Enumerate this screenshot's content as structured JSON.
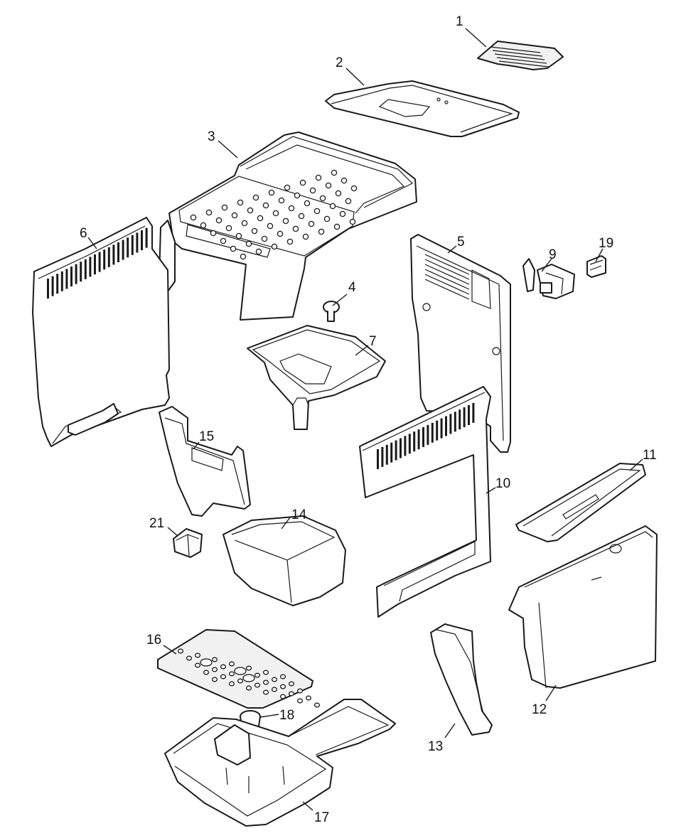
{
  "diagram": {
    "callouts": [
      {
        "id": "c1",
        "label": "1"
      },
      {
        "id": "c2",
        "label": "2"
      },
      {
        "id": "c3",
        "label": "3"
      },
      {
        "id": "c4",
        "label": "4"
      },
      {
        "id": "c5",
        "label": "5"
      },
      {
        "id": "c6",
        "label": "6"
      },
      {
        "id": "c7",
        "label": "7"
      },
      {
        "id": "c9",
        "label": "9"
      },
      {
        "id": "c10",
        "label": "10"
      },
      {
        "id": "c11",
        "label": "11"
      },
      {
        "id": "c12",
        "label": "12"
      },
      {
        "id": "c13",
        "label": "13"
      },
      {
        "id": "c14",
        "label": "14"
      },
      {
        "id": "c15",
        "label": "15"
      },
      {
        "id": "c16",
        "label": "16"
      },
      {
        "id": "c17",
        "label": "17"
      },
      {
        "id": "c18",
        "label": "18"
      },
      {
        "id": "c19",
        "label": "19"
      },
      {
        "id": "c21",
        "label": "21"
      }
    ],
    "colors": {
      "line": "#1a1a1a",
      "background": "#ffffff"
    }
  }
}
